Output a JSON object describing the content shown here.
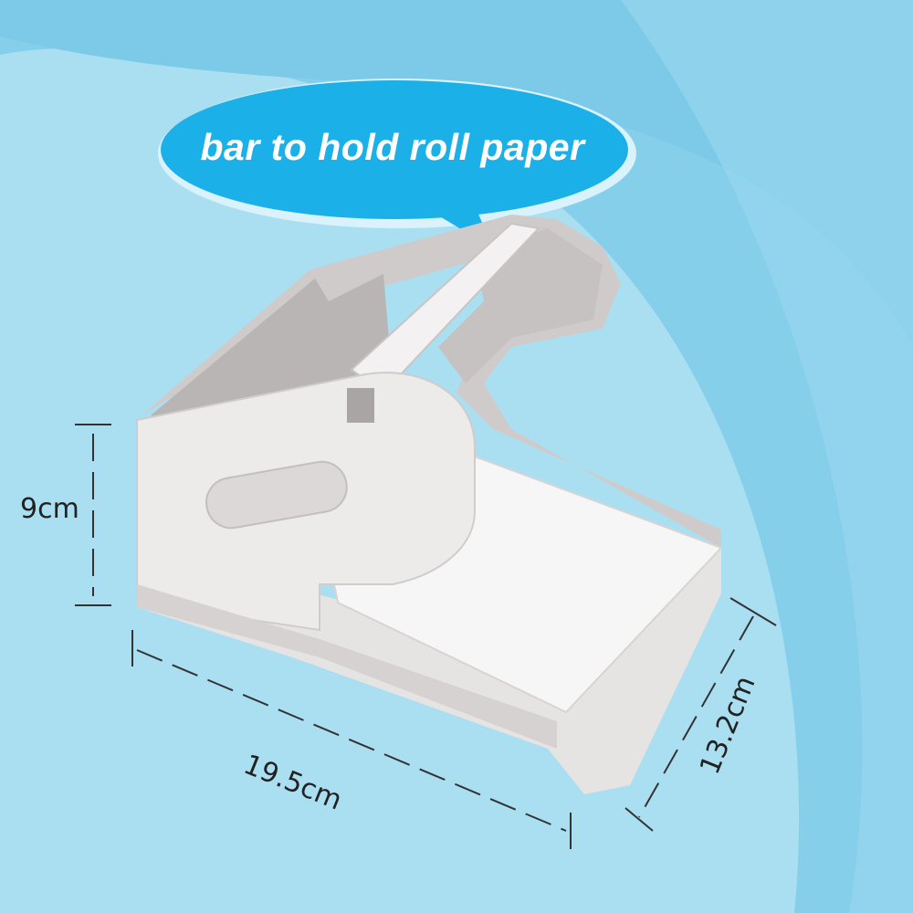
{
  "callout": {
    "text": "bar to hold roll paper"
  },
  "dimensions": {
    "height": "9cm",
    "width": "19.5cm",
    "depth": "13.2cm"
  },
  "colors": {
    "background_light": "#b4e3f3",
    "background_dark": "#7cc8e6",
    "callout_fill": "#1fb2ea",
    "product": "#ece9e9"
  }
}
